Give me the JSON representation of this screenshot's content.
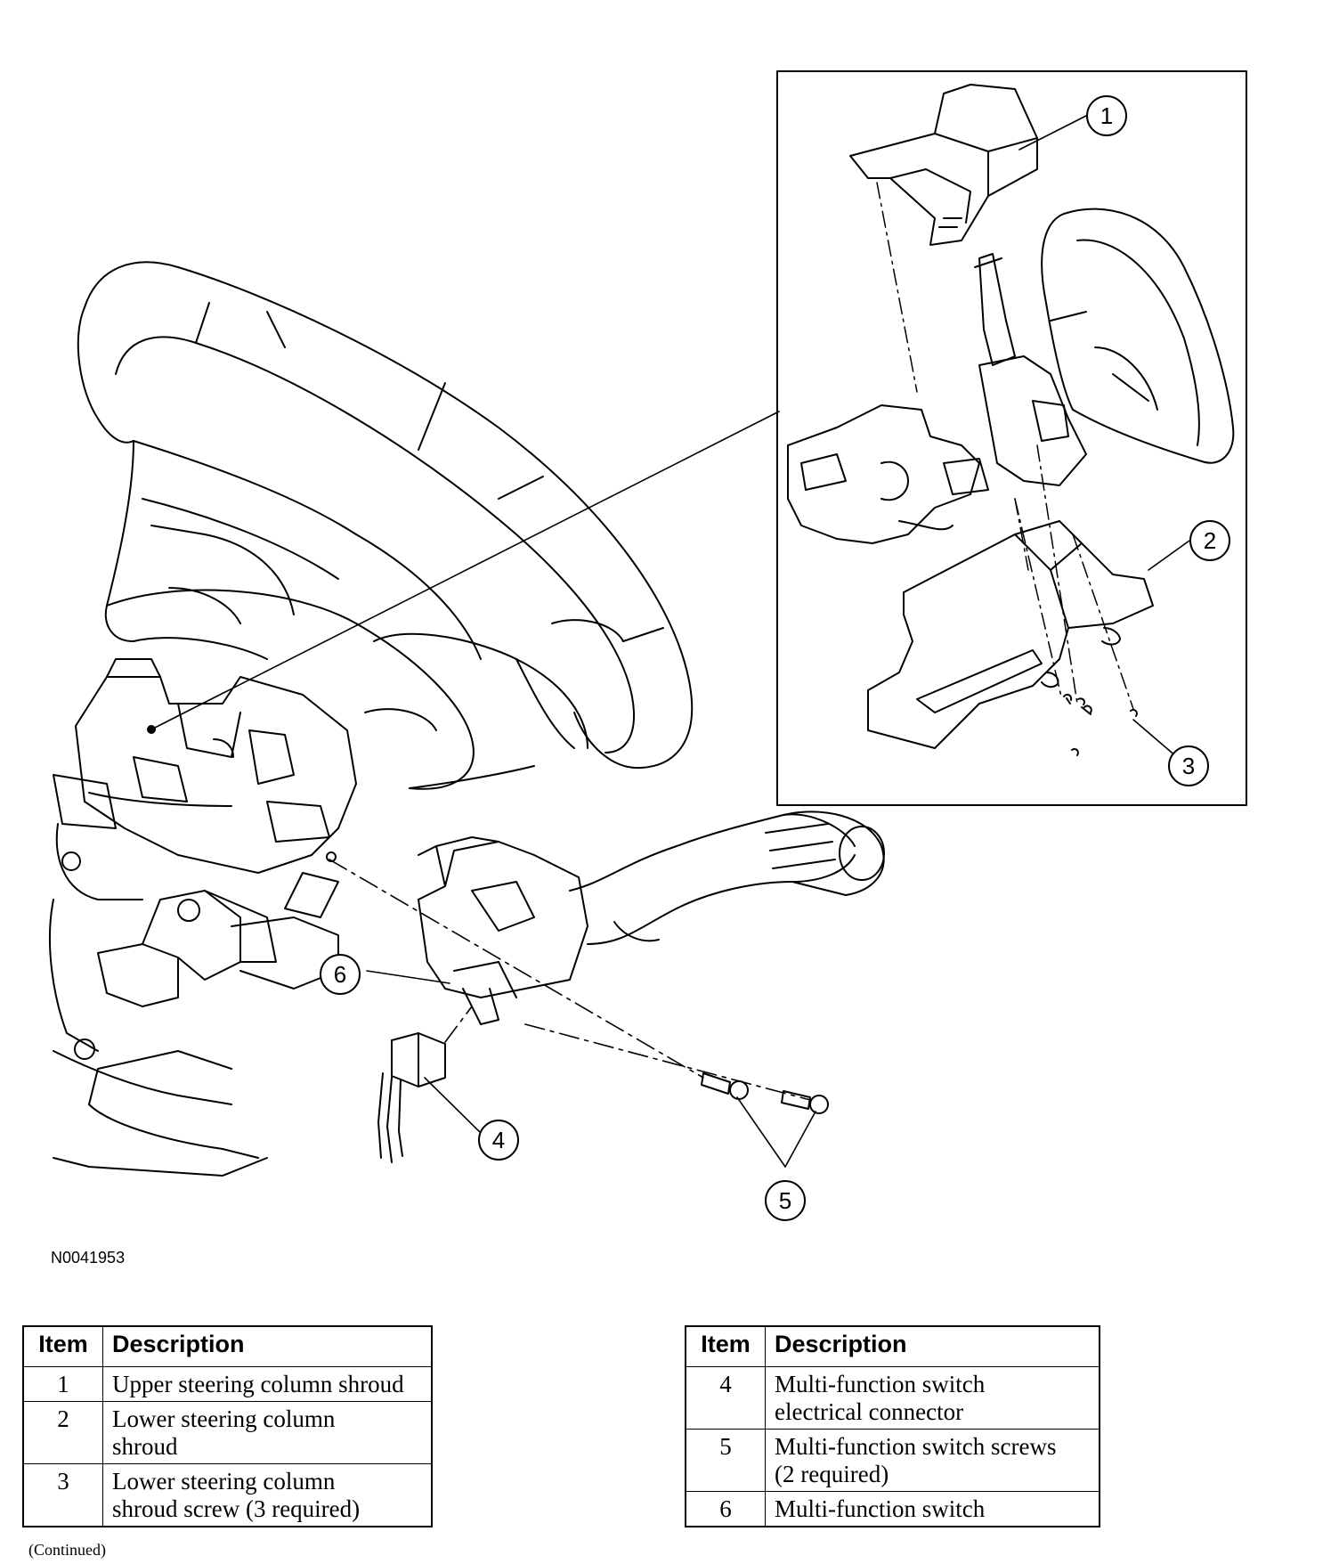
{
  "figure": {
    "id": "N0041953",
    "callouts": [
      "1",
      "2",
      "3",
      "4",
      "5",
      "6"
    ]
  },
  "legend_left": {
    "header_item": "Item",
    "header_description": "Description",
    "rows": [
      {
        "item": "1",
        "lines": [
          "Upper steering column shroud"
        ]
      },
      {
        "item": "2",
        "lines": [
          "Lower steering column",
          "shroud"
        ]
      },
      {
        "item": "3",
        "lines": [
          "Lower steering column",
          "shroud screw (3 required)"
        ]
      }
    ]
  },
  "legend_right": {
    "header_item": "Item",
    "header_description": "Description",
    "rows": [
      {
        "item": "4",
        "lines": [
          "Multi-function switch",
          "electrical connector"
        ]
      },
      {
        "item": "5",
        "lines": [
          "Multi-function switch screws",
          "(2 required)"
        ]
      },
      {
        "item": "6",
        "lines": [
          "Multi-function switch"
        ]
      }
    ]
  },
  "footer": {
    "continued": "(Continued)"
  }
}
